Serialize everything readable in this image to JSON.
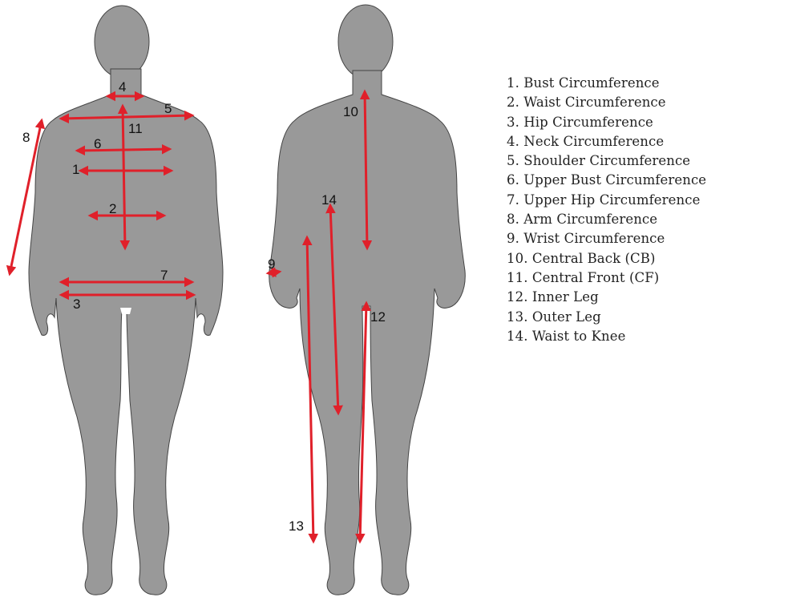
{
  "figure": {
    "colors": {
      "silhouette": "#999999",
      "arrow": "#e0202a",
      "text": "#111111"
    },
    "front_labels": {
      "n1": "1",
      "n2": "2",
      "n3": "3",
      "n4": "4",
      "n5": "5",
      "n6": "6",
      "n7": "7",
      "n8": "8",
      "n11": "11"
    },
    "back_labels": {
      "n9": "9",
      "n10": "10",
      "n12": "12",
      "n13": "13",
      "n14": "14"
    }
  },
  "legend": [
    "1. Bust Circumference",
    "2. Waist Circumference",
    "3. Hip Circumference",
    "4. Neck Circumference",
    "5. Shoulder Circumference",
    "6. Upper Bust Circumference",
    "7. Upper Hip Circumference",
    "8. Arm Circumference",
    "9. Wrist Circumference",
    "10. Central Back (CB)",
    "11. Central Front (CF)",
    "12. Inner Leg",
    "13. Outer Leg",
    "14. Waist to Knee"
  ]
}
